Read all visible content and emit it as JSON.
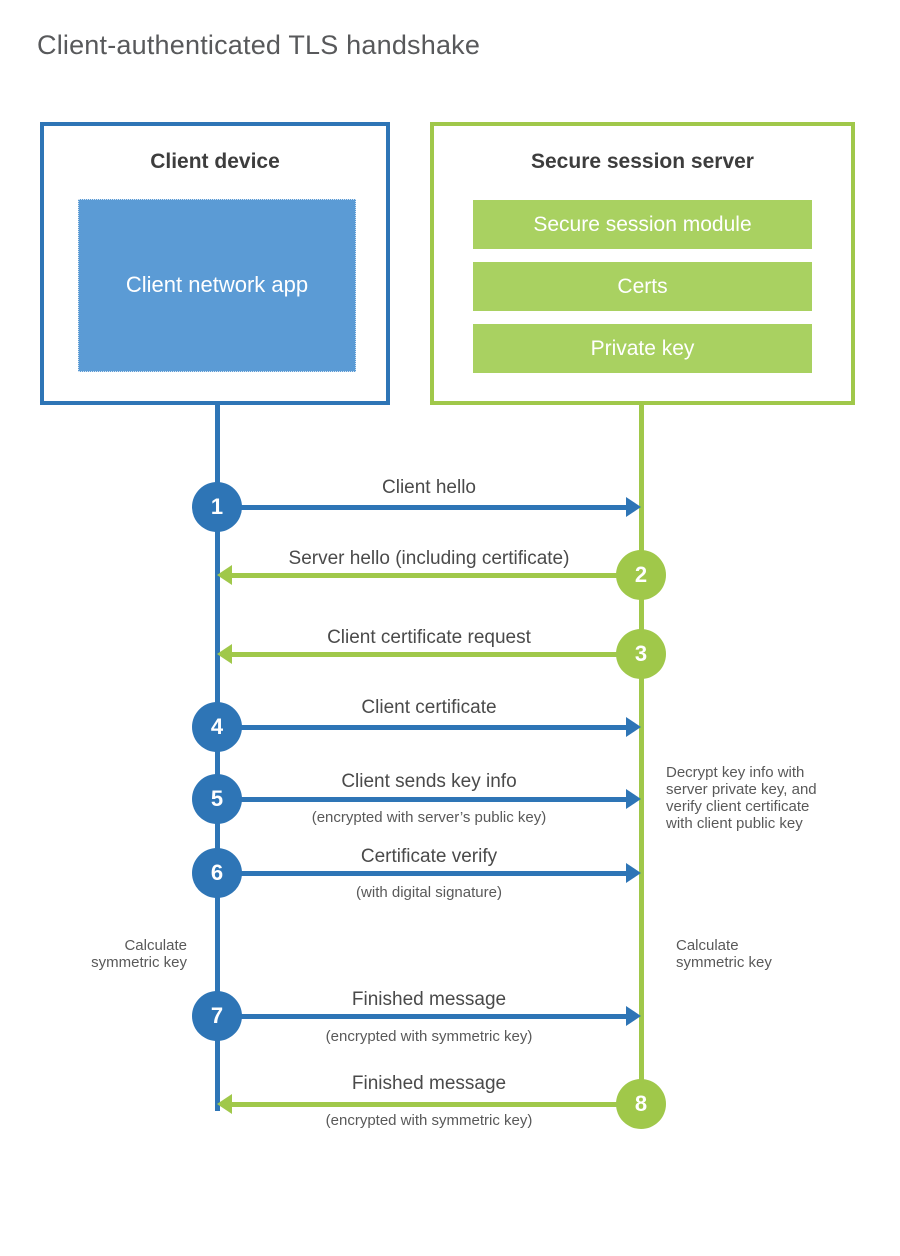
{
  "title": "Client-authenticated TLS handshake",
  "client_box": {
    "title": "Client device",
    "app_label": "Client network app"
  },
  "server_box": {
    "title": "Secure session server",
    "modules": [
      "Secure session module",
      "Certs",
      "Private key"
    ]
  },
  "messages": [
    {
      "number": "1",
      "from": "client",
      "label": "Client hello"
    },
    {
      "number": "2",
      "from": "server",
      "label": "Server hello (including certificate)"
    },
    {
      "number": "3",
      "from": "server",
      "label": "Client certificate request"
    },
    {
      "number": "4",
      "from": "client",
      "label": "Client certificate"
    },
    {
      "number": "5",
      "from": "client",
      "label": "Client sends key info",
      "sublabel": "(encrypted with server’s public key)"
    },
    {
      "number": "6",
      "from": "client",
      "label": "Certificate verify",
      "sublabel": "(with digital signature)"
    },
    {
      "number": "7",
      "from": "client",
      "label": "Finished message",
      "sublabel": "(encrypted with symmetric key)"
    },
    {
      "number": "8",
      "from": "server",
      "label": "Finished message",
      "sublabel": "(encrypted with symmetric key)"
    }
  ],
  "notes": {
    "decrypt": "Decrypt key info with server private key, and verify client certificate with client public key",
    "calculate_left": "Calculate symmetric key",
    "calculate_right": "Calculate symmetric key"
  },
  "colors": {
    "blue": "#2e75b6",
    "blue_fill": "#5b9bd5",
    "green": "#a0c84a",
    "green_fill": "#a9d161"
  }
}
